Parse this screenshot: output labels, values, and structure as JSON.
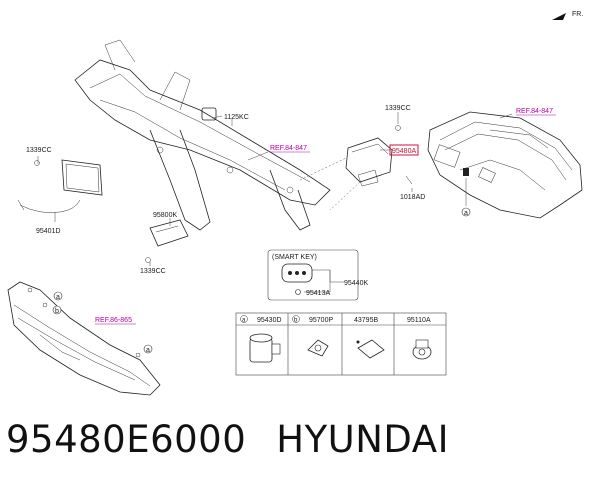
{
  "direction_label": "FR.",
  "labels": {
    "p1125kc": "1125KC",
    "p1339cc_top": "1339CC",
    "p1339cc_left": "1339CC",
    "p1339cc_bottom": "1339CC",
    "p95800k": "95800K",
    "p95401d": "95401D",
    "p95480a": "95480A",
    "p1018ad": "1018AD",
    "p95440k": "95440K",
    "p95413a": "95413A"
  },
  "refs": {
    "ref_top_right": "REF.84-847",
    "ref_center": "REF.84-847",
    "ref_bumper": "REF.86-865"
  },
  "smart_key": {
    "title": "(SMART KEY)"
  },
  "parts_table": [
    {
      "callout": "a",
      "part": "95430D"
    },
    {
      "callout": "b",
      "part": "95700P"
    },
    {
      "callout": "",
      "part": "43795B"
    },
    {
      "callout": "",
      "part": "95110A"
    }
  ],
  "callouts": {
    "a": "a",
    "b": "b"
  },
  "caption": {
    "part_number": "95480E6000",
    "brand": "HYUNDAI"
  },
  "colors": {
    "ref_link": "#b0009f",
    "highlight_box": "#d0103a"
  }
}
